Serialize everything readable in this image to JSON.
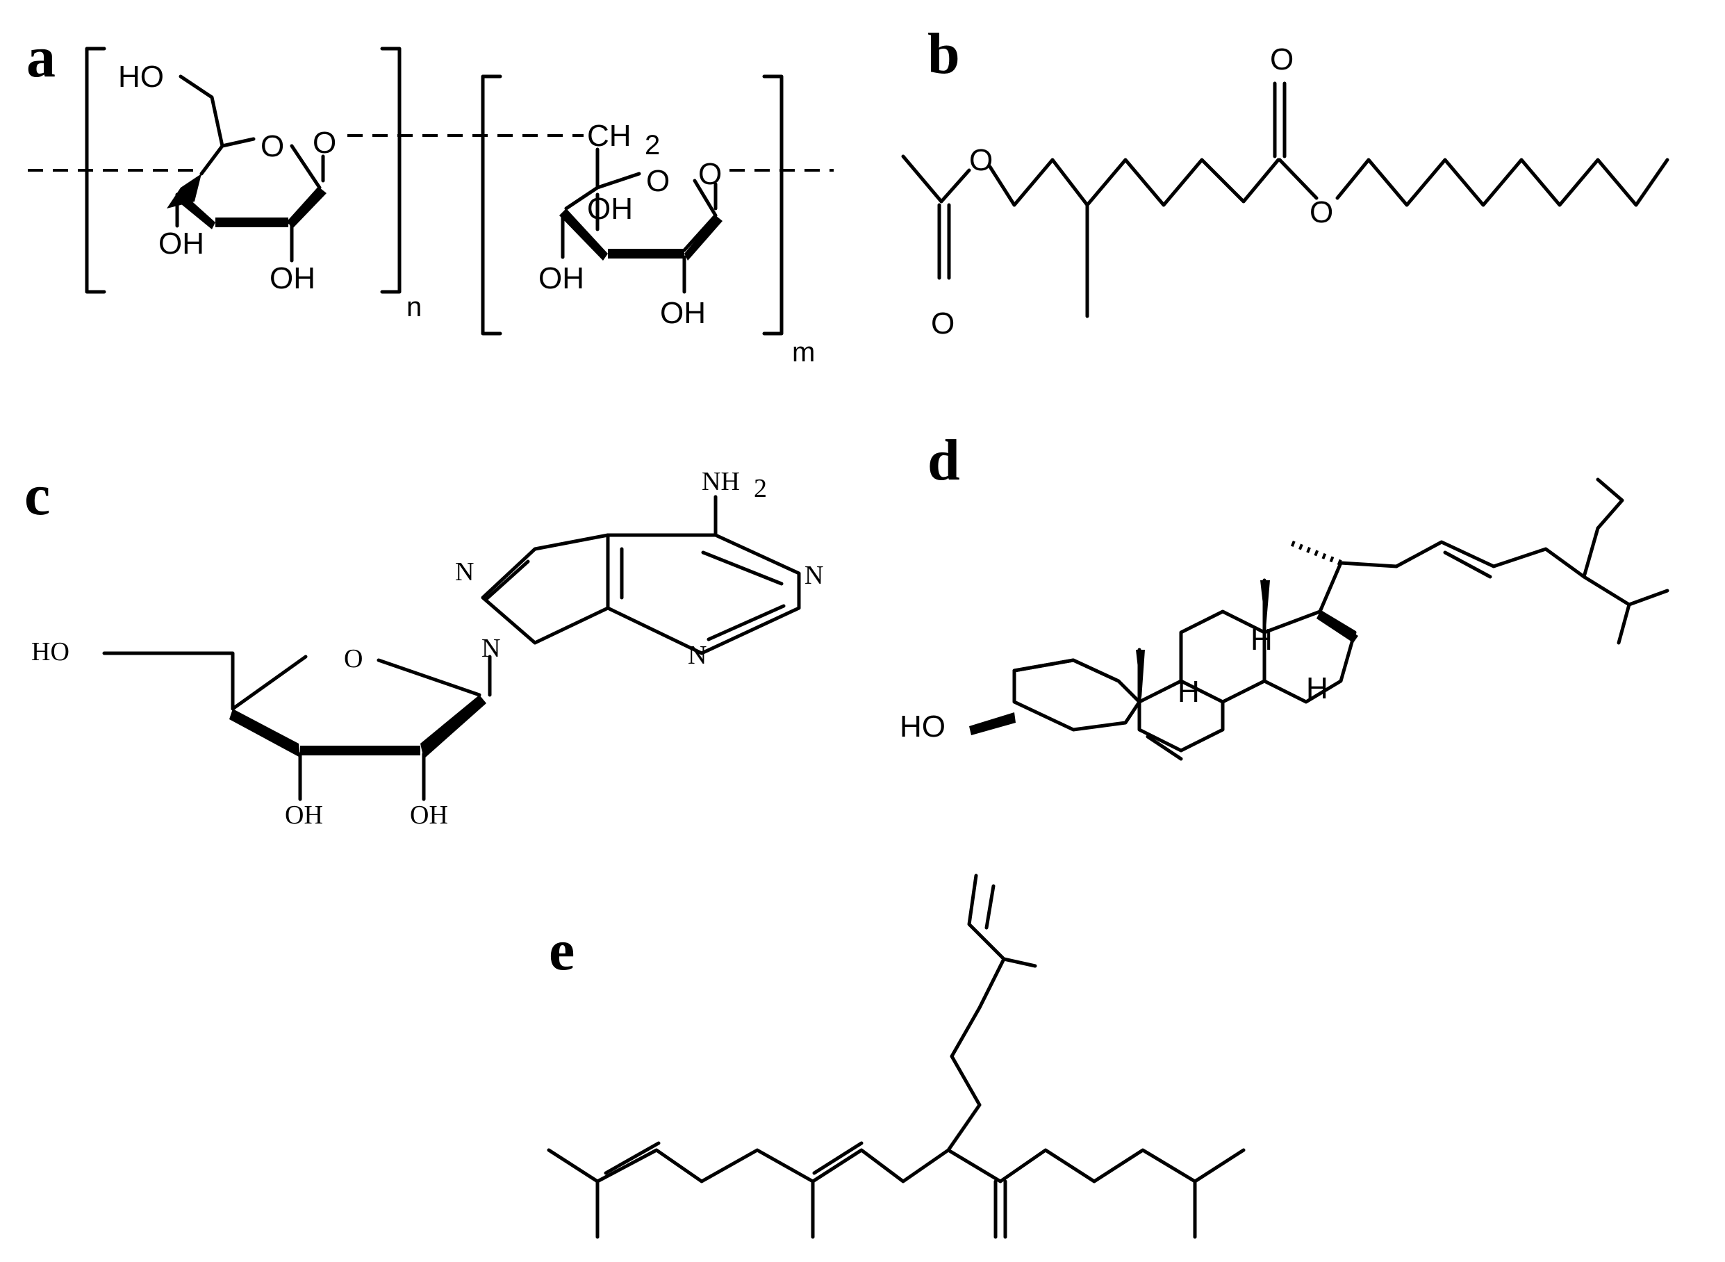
{
  "panels": {
    "a": {
      "letter": "a",
      "atoms": {
        "ho_top": "HO",
        "o_ring1": "O",
        "o_link1": "O",
        "oh1": "OH",
        "oh2": "OH",
        "ch2": "CH",
        "ch2_sub": "2",
        "o_ring2": "O",
        "o_link2": "O",
        "oh3": "OH",
        "oh4": "OH",
        "oh5": "OH"
      },
      "subscripts": {
        "n": "n",
        "m": "m"
      }
    },
    "b": {
      "letter": "b",
      "atoms": {
        "o1": "O",
        "o2": "O",
        "o3": "O",
        "o4": "O"
      }
    },
    "c": {
      "letter": "c",
      "atoms": {
        "nh2": "NH",
        "nh2_sub": "2",
        "n1": "N",
        "n2": "N",
        "n3": "N",
        "n4": "N",
        "ho": "HO",
        "o_ring": "O",
        "oh1": "OH",
        "oh2": "OH"
      }
    },
    "d": {
      "letter": "d",
      "atoms": {
        "ho": "HO",
        "h1": "H",
        "h2": "H",
        "h3": "H"
      }
    },
    "e": {
      "letter": "e"
    }
  }
}
